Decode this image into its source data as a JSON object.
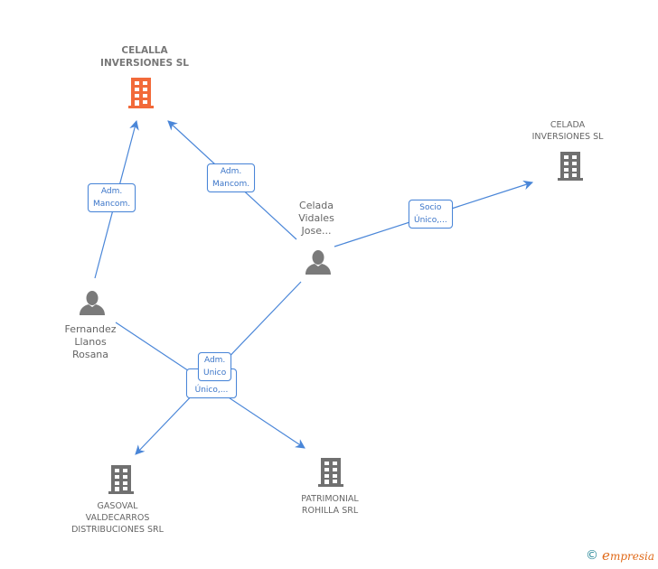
{
  "colors": {
    "edge": "#4a86d8",
    "focus_company": "#f26a3a",
    "company": "#707070",
    "person": "#7a7a7a",
    "label_text": "#666666"
  },
  "nodes": [
    {
      "id": "celalla",
      "type": "company",
      "focus": true,
      "label_lines": [
        "CELALLA",
        "INVERSIONES SL"
      ],
      "icon": "building-icon"
    },
    {
      "id": "celada_inv",
      "type": "company",
      "focus": false,
      "label_lines": [
        "CELADA",
        "INVERSIONES SL"
      ],
      "icon": "building-icon"
    },
    {
      "id": "celada_jose",
      "type": "person",
      "label_lines": [
        "Celada",
        "Vidales",
        "Jose..."
      ],
      "icon": "person-icon"
    },
    {
      "id": "fernandez",
      "type": "person",
      "label_lines": [
        "Fernandez",
        "Llanos",
        "Rosana"
      ],
      "icon": "person-icon"
    },
    {
      "id": "gasoval",
      "type": "company",
      "focus": false,
      "label_lines": [
        "GASOVAL",
        "VALDECARROS",
        "DISTRIBUCIONES SRL"
      ],
      "icon": "building-icon"
    },
    {
      "id": "patrimonial",
      "type": "company",
      "focus": false,
      "label_lines": [
        "PATRIMONIAL",
        "ROHILLA SRL"
      ],
      "icon": "building-icon"
    }
  ],
  "edges": [
    {
      "from": "fernandez",
      "to": "celalla",
      "label_lines": [
        "Adm.",
        "Mancom."
      ]
    },
    {
      "from": "celada_jose",
      "to": "celalla",
      "label_lines": [
        "Adm.",
        "Mancom."
      ]
    },
    {
      "from": "celada_jose",
      "to": "celada_inv",
      "label_lines": [
        "Socio",
        "Único,..."
      ]
    },
    {
      "from": "celada_jose",
      "to": "gasoval",
      "label_lines": [
        "Adm.",
        "Unico"
      ]
    },
    {
      "from": "fernandez",
      "to": "patrimonial",
      "label_lines": [
        "Único,..."
      ]
    }
  ],
  "footer": {
    "copyright": "©",
    "brand_initial": "e",
    "brand_rest": "mpresia"
  }
}
